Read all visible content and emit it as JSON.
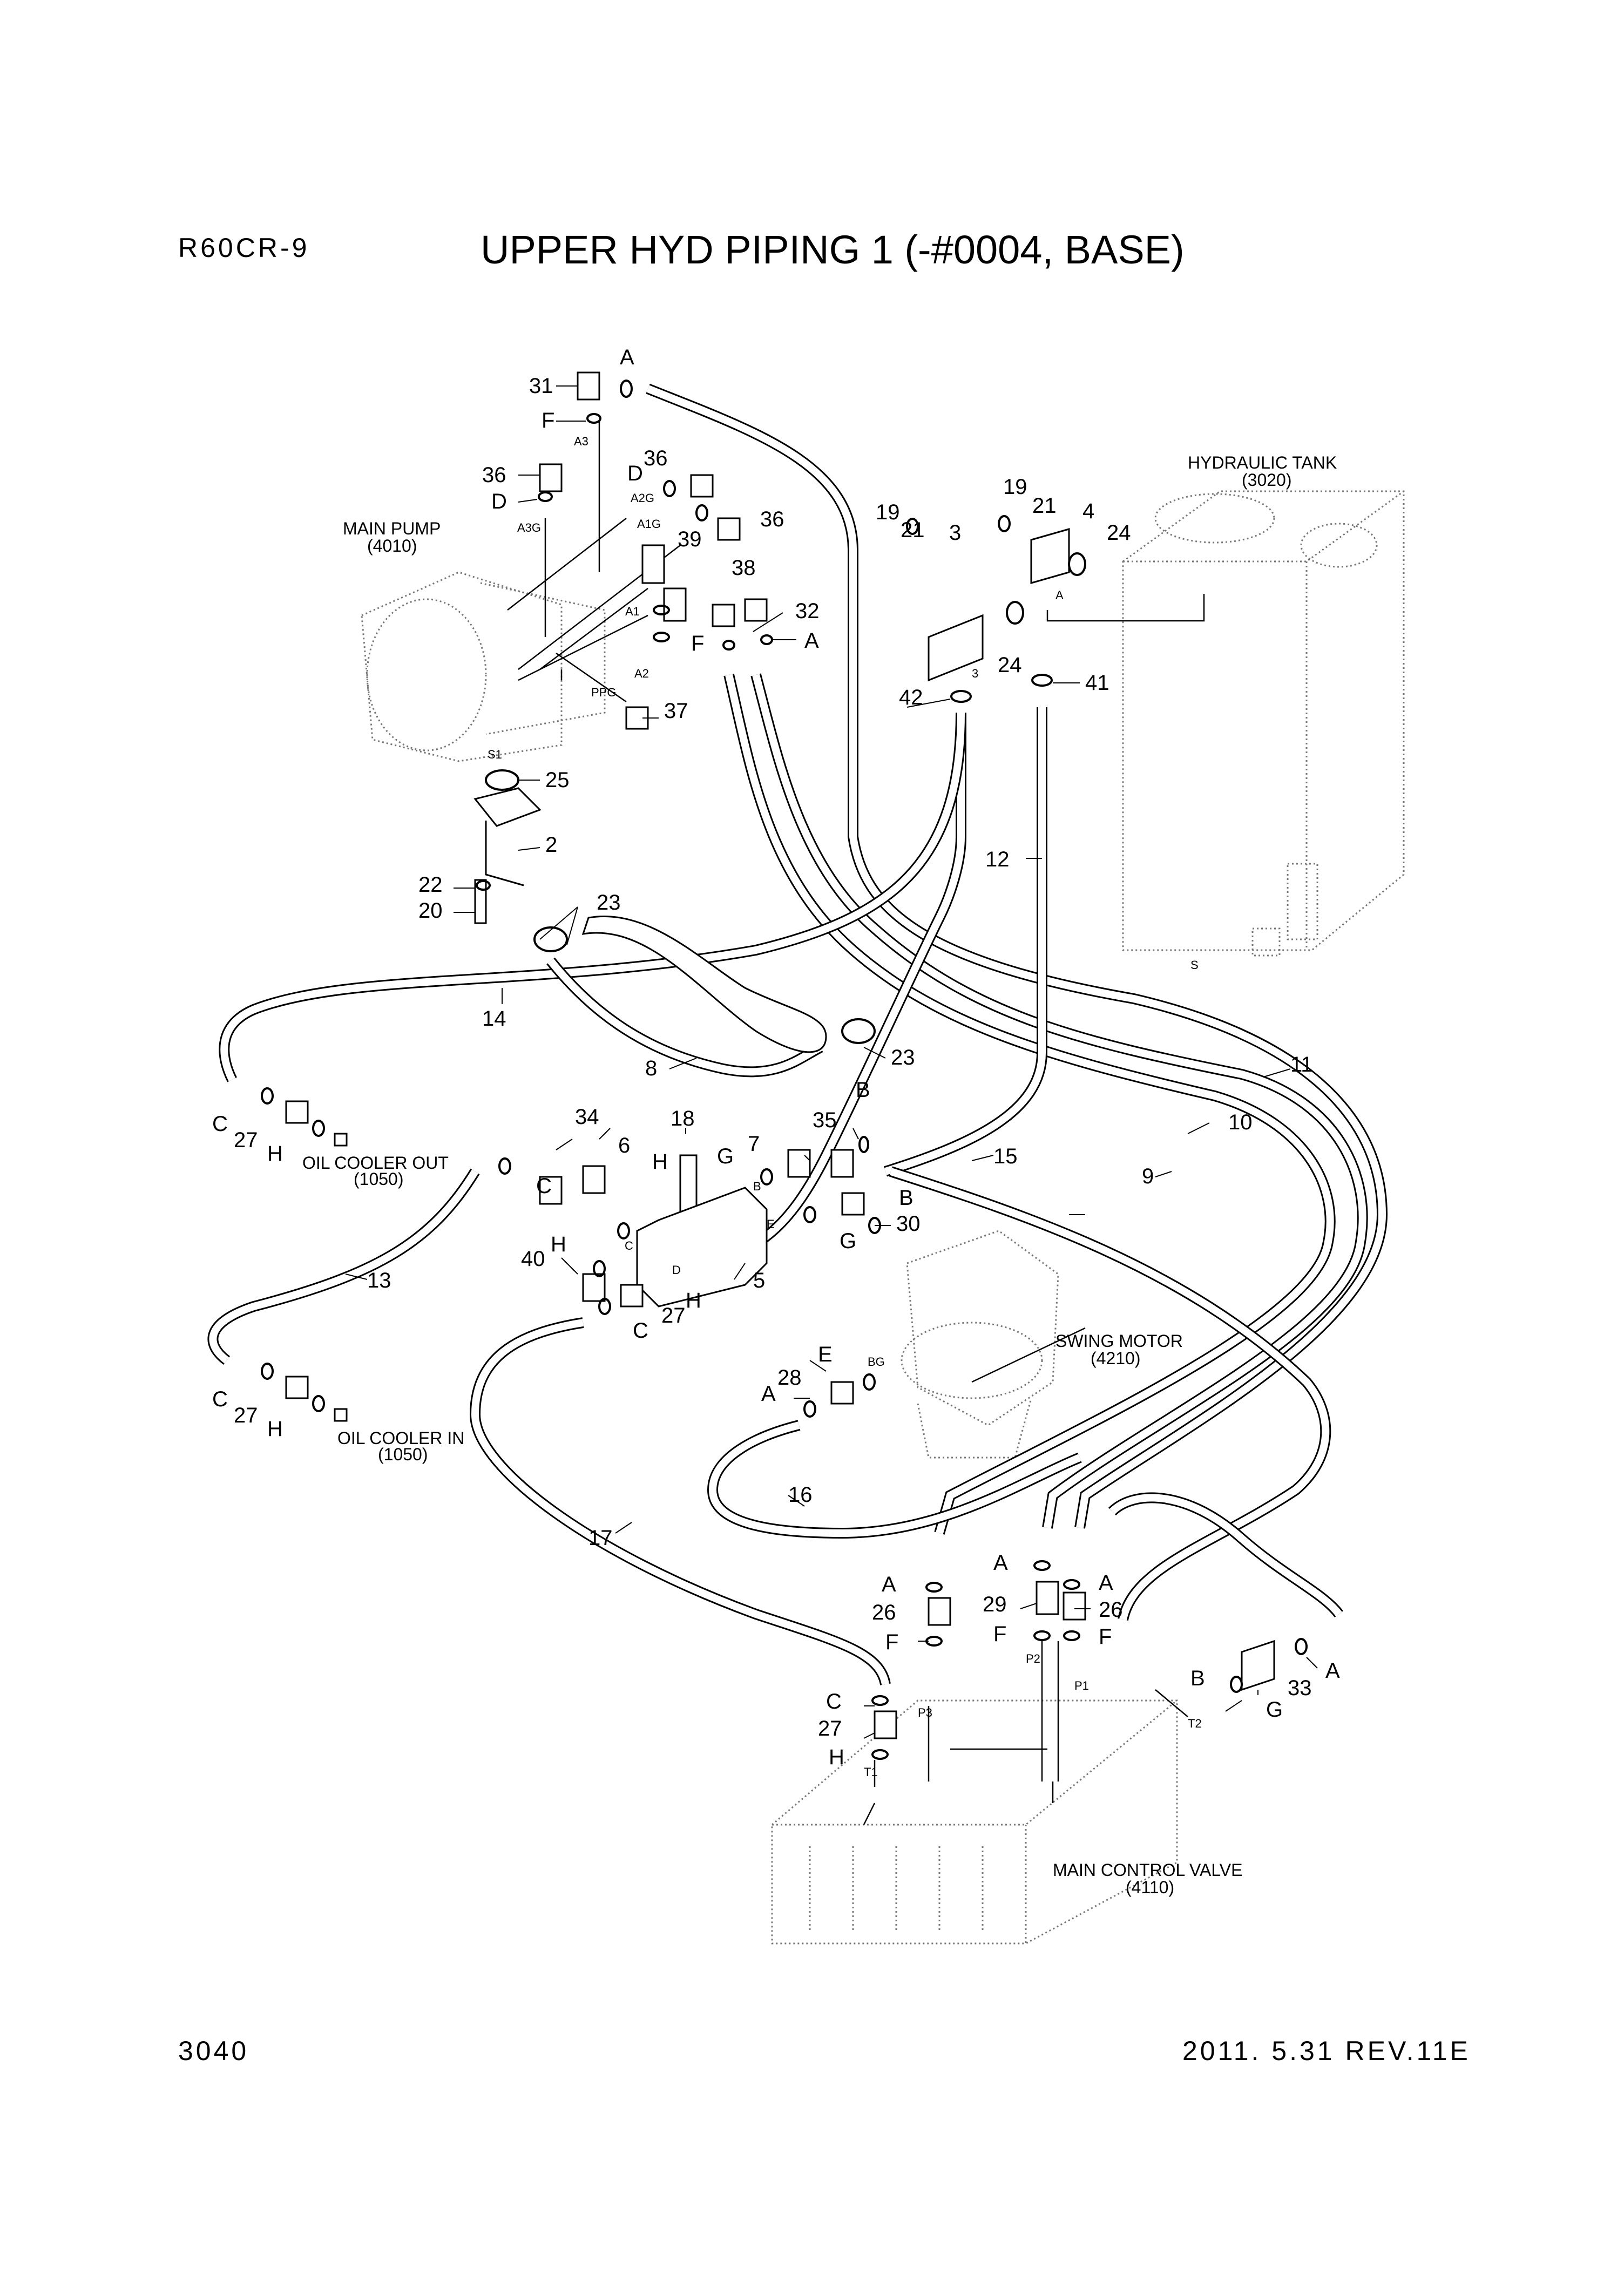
{
  "header": {
    "model": "R60CR-9",
    "title": "UPPER HYD PIPING 1 (-#0004, BASE)"
  },
  "footer": {
    "page_number": "3040",
    "revision": "2011. 5.31  REV.11E"
  },
  "components": {
    "hydraulic_tank": {
      "name": "HYDRAULIC TANK",
      "code": "(3020)"
    },
    "main_pump": {
      "name": "MAIN PUMP",
      "code": "(4010)"
    },
    "oil_cooler_out": {
      "name": "OIL COOLER OUT",
      "code": "(1050)"
    },
    "oil_cooler_in": {
      "name": "OIL COOLER IN",
      "code": "(1050)"
    },
    "swing_motor": {
      "name": "SWING MOTOR",
      "code": "(4210)"
    },
    "main_control_valve": {
      "name": "MAIN CONTROL VALVE",
      "code": "(4110)"
    }
  },
  "port_labels": [
    "A3",
    "A3G",
    "A2G",
    "A1G",
    "A1",
    "A2",
    "PPG",
    "S1",
    "S",
    "3",
    "A",
    "B",
    "C",
    "D",
    "E",
    "BG",
    "P1",
    "P2",
    "P3",
    "T1",
    "T2"
  ],
  "callouts": [
    "31",
    "A",
    "F",
    "36",
    "D",
    "36",
    "D",
    "36",
    "39",
    "38",
    "32",
    "F",
    "A",
    "19",
    "21",
    "3",
    "19",
    "21",
    "4",
    "24",
    "24",
    "42",
    "41",
    "37",
    "25",
    "2",
    "22",
    "20",
    "23",
    "12",
    "14",
    "8",
    "23",
    "11",
    "C",
    "27",
    "H",
    "34",
    "18",
    "35",
    "B",
    "6",
    "H",
    "G",
    "7",
    "C",
    "15",
    "10",
    "9",
    "30",
    "B",
    "G",
    "40",
    "H",
    "5",
    "H",
    "27",
    "C",
    "13",
    "C",
    "27",
    "H",
    "E",
    "28",
    "A",
    "16",
    "17",
    "A",
    "A",
    "A",
    "26",
    "29",
    "26",
    "F",
    "F",
    "F",
    "B",
    "A",
    "33",
    "G",
    "C",
    "27",
    "H"
  ]
}
